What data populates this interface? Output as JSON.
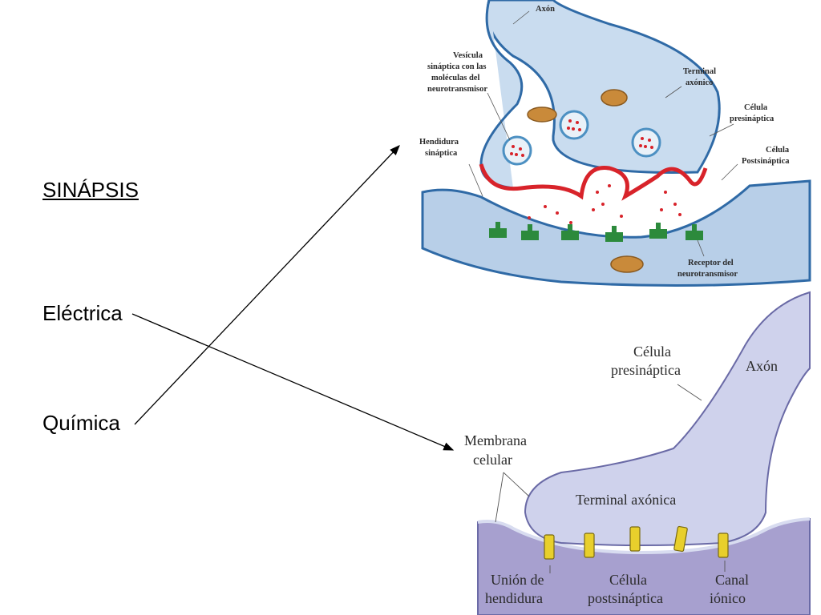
{
  "slide": {
    "title": "SINÁPSIS",
    "items": [
      "Eléctrica",
      "Química"
    ]
  },
  "chemical_diagram": {
    "labels": {
      "axon": "Axón",
      "vesicle": [
        "Vesícula",
        "sináptica con las",
        "moléculas del",
        "neurotransmisor"
      ],
      "terminal": [
        "Terminal",
        "axónico"
      ],
      "presynaptic": [
        "Célula",
        "presináptica"
      ],
      "cleft": [
        "Hendidura",
        "sináptica"
      ],
      "postsynaptic": [
        "Célula",
        "Postsináptica"
      ],
      "receptor": [
        "Receptor del",
        "neurotransmisor"
      ]
    }
  },
  "electrical_diagram": {
    "labels": {
      "presynaptic": [
        "Célula",
        "presináptica"
      ],
      "axon": "Axón",
      "membrane": [
        "Membrana",
        "celular"
      ],
      "terminal": "Terminal  axónica",
      "gap_junction": [
        "Unión de",
        "hendidura"
      ],
      "postsynaptic": [
        "Célula",
        "postsináptica"
      ],
      "ion_channel": [
        "Canal",
        "iónico"
      ]
    }
  },
  "colors": {
    "cell_fill": "#c9dcef",
    "cell_stroke": "#2f6aa6",
    "active_zone": "#d8232a",
    "receptor": "#2c8a3c",
    "mitochondria": "#c98a3a",
    "elec_fill": "#cfd2ec",
    "elec_post": "#a7a0cf",
    "channel": "#e8cf2c"
  }
}
